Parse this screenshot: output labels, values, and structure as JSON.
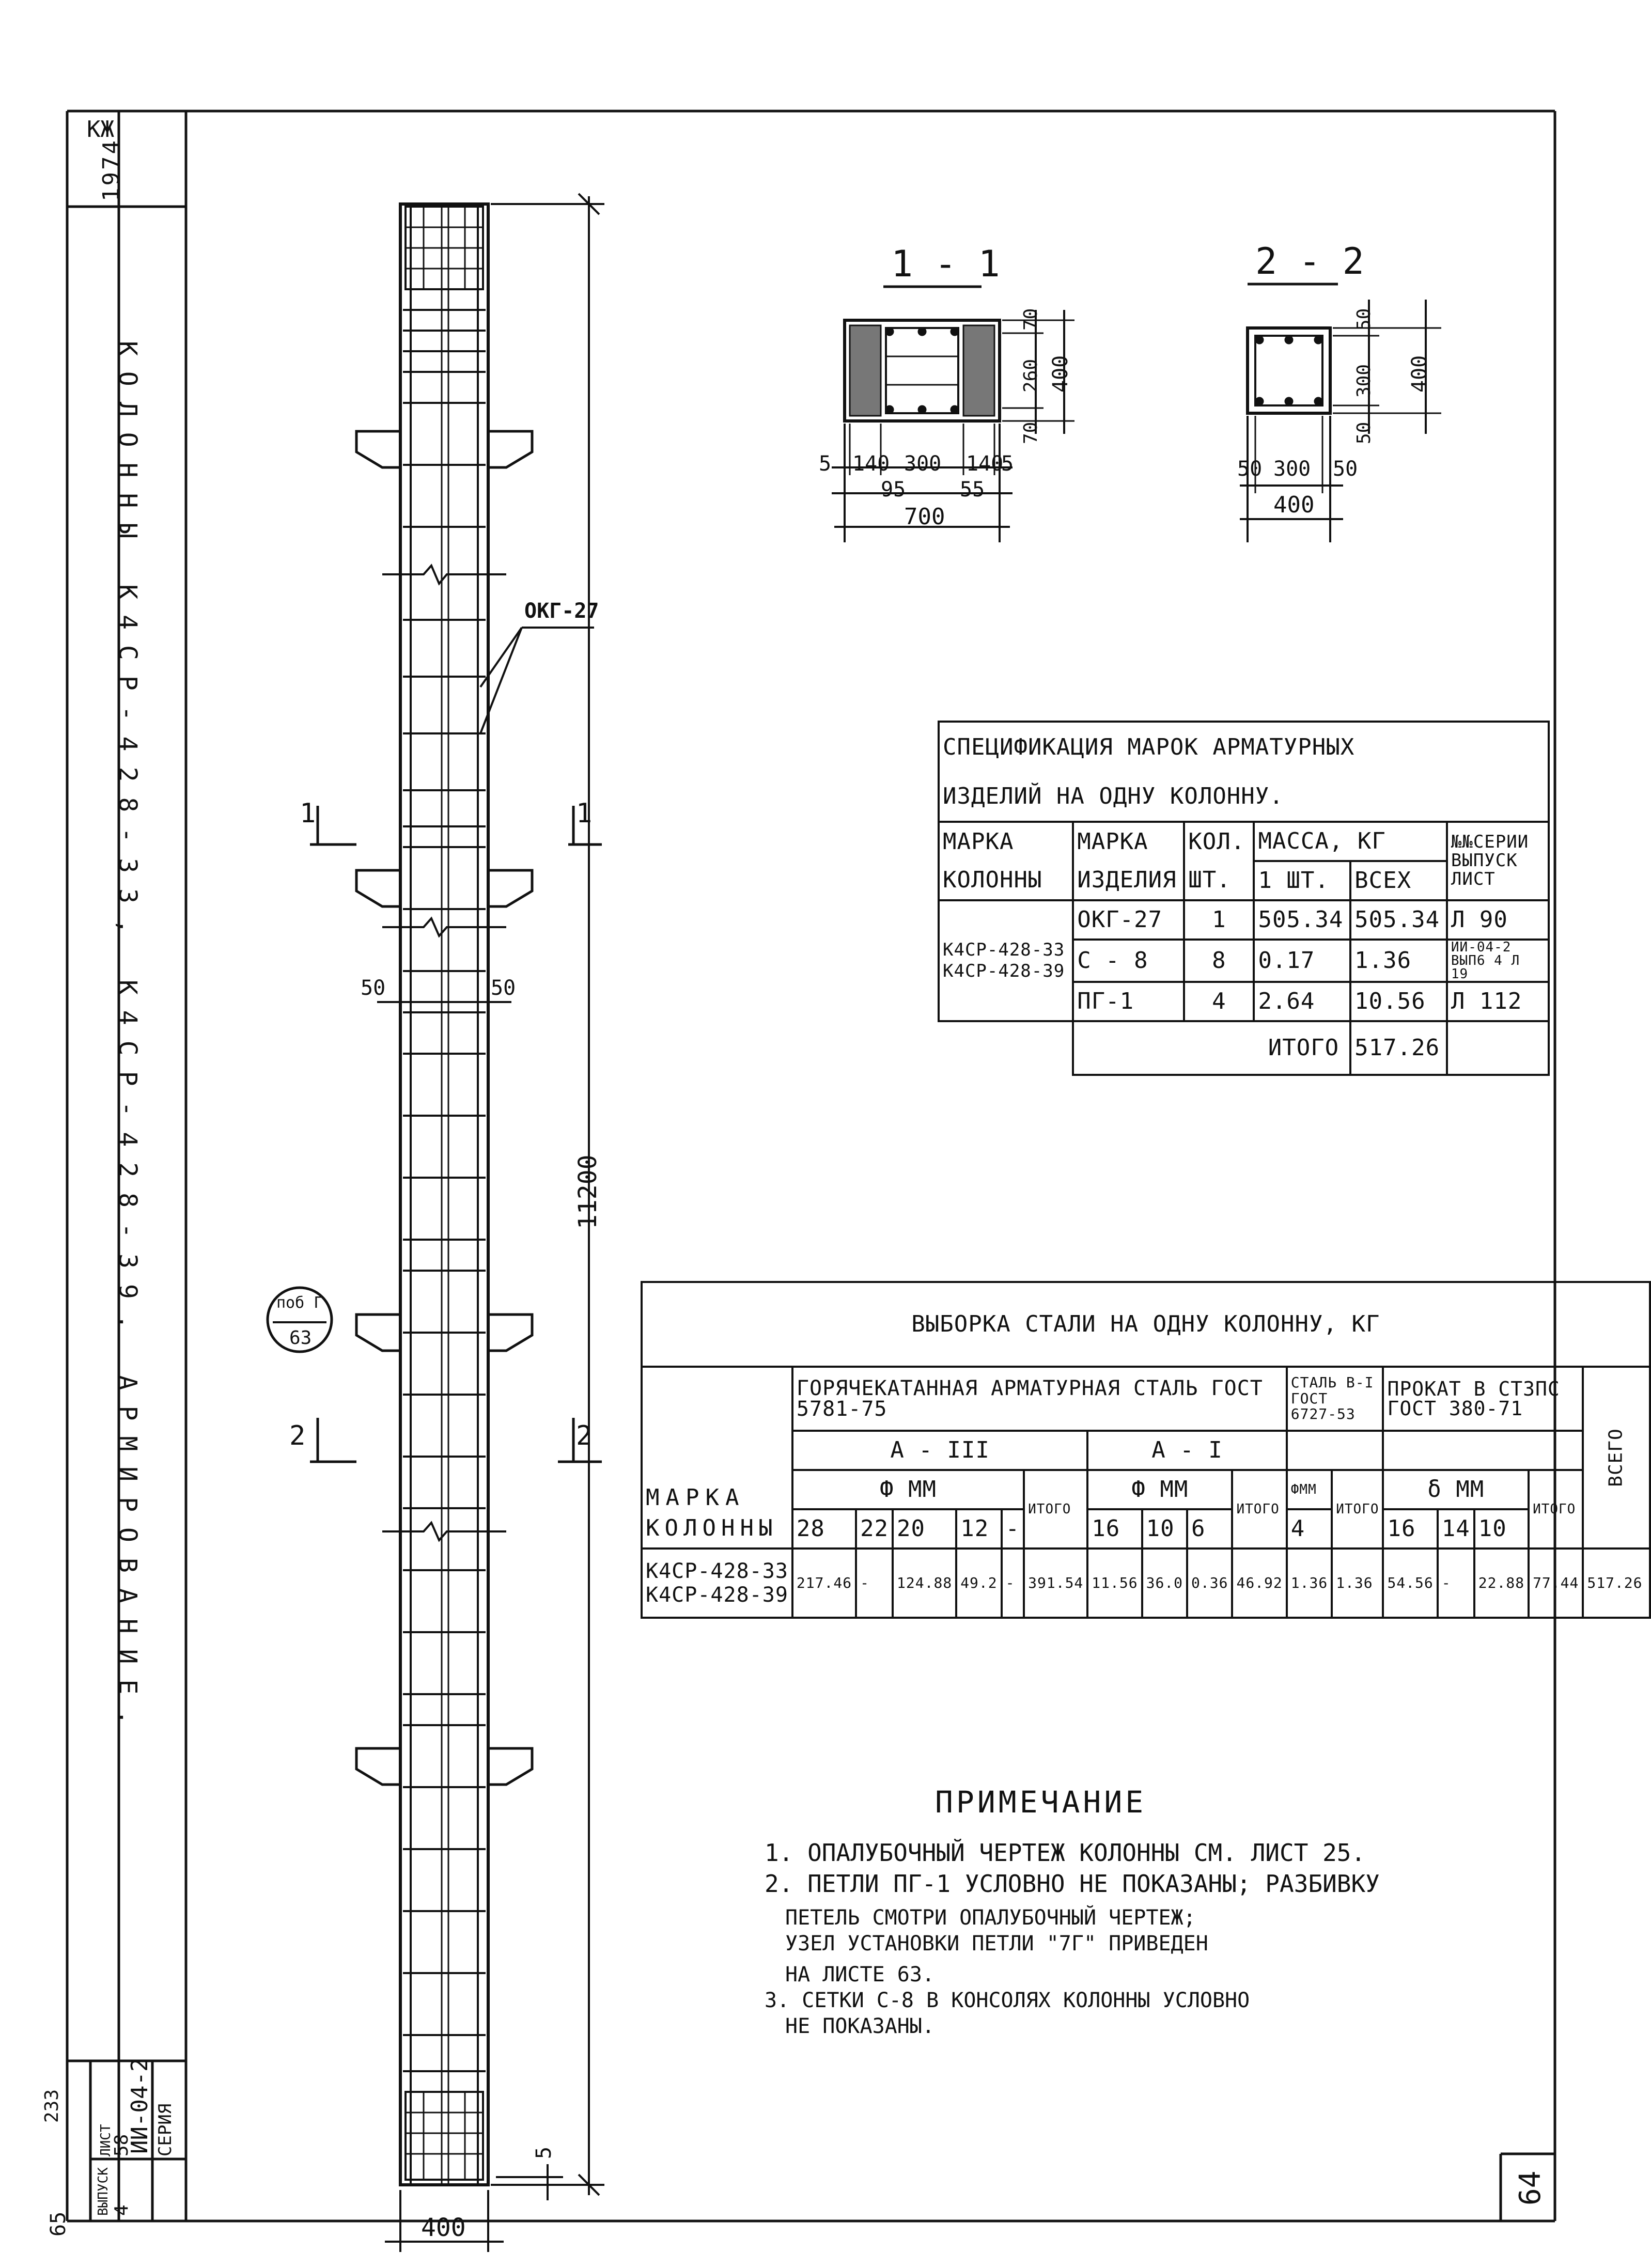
{
  "title_block": {
    "sheet_code": "КЖ",
    "archive_no": "1974",
    "drawing_title": "КОЛОННЫ  К4СР-428-33, К4СР-428-39.  АРМИРОВАНИЕ.",
    "series_label": "СЕРИЯ",
    "series_value": "ИИ-04-2",
    "issue_label": "ВЫПУСК",
    "issue_value": "4",
    "sheet_label": "ЛИСТ",
    "sheet_value": "58",
    "scan_ref_1": "233",
    "scan_ref_2": "65",
    "sheet_number": "64"
  },
  "column": {
    "total_height": "11200",
    "width": "400",
    "bottom_offset": "5",
    "side_dim_left": "50",
    "side_dim_right": "50",
    "cage_label": "ОКГ-27",
    "section_1_left": "1",
    "section_1_right": "1",
    "section_2_left": "2",
    "section_2_right": "2",
    "node_ref_top": "поб Г",
    "node_ref_bottom": "63"
  },
  "section_1": {
    "title": "1 - 1",
    "bottom_dims": [
      "5",
      "140",
      "300",
      "140",
      "5"
    ],
    "sub_dims": [
      "95",
      "55"
    ],
    "overall_width": "700",
    "right_dims": [
      "70",
      "260",
      "70"
    ],
    "overall_height": "400"
  },
  "section_2": {
    "title": "2 - 2",
    "bottom_dims": [
      "50",
      "300",
      "50"
    ],
    "overall_width": "400",
    "right_dims": [
      "50",
      "300",
      "50"
    ],
    "overall_height": "400"
  },
  "spec_table": {
    "title_line_1": "СПЕЦИФИКАЦИЯ МАРОК АРМАТУРНЫХ",
    "title_line_2": "ИЗДЕЛИЙ НА ОДНУ КОЛОННУ.",
    "headers": {
      "col_mark_1": "МАРКА",
      "col_mark_2": "КОЛОННЫ",
      "item_mark_1": "МАРКА",
      "item_mark_2": "ИЗДЕЛИЯ",
      "qty_1": "КОЛ.",
      "qty_2": "ШТ.",
      "mass": "МАССА, КГ",
      "mass_one": "1 ШТ.",
      "mass_all": "ВСЕХ",
      "series_1": "№№СЕРИИ",
      "series_2": "ВЫПУСК",
      "series_3": "ЛИСТ"
    },
    "column_marks": [
      "К4СР-428-33",
      "К4СР-428-39"
    ],
    "rows": [
      {
        "item": "ОКГ-27",
        "qty": "1",
        "one": "505.34",
        "all": "505.34",
        "ref": "Л 90"
      },
      {
        "item": "С - 8",
        "qty": "8",
        "one": "0.17",
        "all": "1.36",
        "ref": "ИИ-04-2 ВЫП6 4 Л 19"
      },
      {
        "item": "ПГ-1",
        "qty": "4",
        "one": "2.64",
        "all": "10.56",
        "ref": "Л 112"
      }
    ],
    "total_label": "ИТОГО",
    "total_value": "517.26"
  },
  "steel_table": {
    "title": "ВЫБОРКА СТАЛИ НА ОДНУ КОЛОННУ, КГ",
    "hot_rolled": "ГОРЯЧЕКАТАННАЯ АРМАТУРНАЯ СТАЛЬ ГОСТ 5781-75",
    "class_a3": "А - III",
    "class_a1": "А - I",
    "steel_b1": "СТАЛЬ В-I ГОСТ 6727-53",
    "prokat": "ПРОКАТ В СТ3ПС ГОСТ 380-71",
    "mark_label_1": "МАРКА",
    "mark_label_2": "КОЛОННЫ",
    "phi_mm": "Ф ММ",
    "delta_mm": "δ ММ",
    "phi_short": "ФММ",
    "itogo": "ИТОГО",
    "vsego": "ВСЕГО",
    "diam_a3": [
      "28",
      "22",
      "20",
      "12",
      "-"
    ],
    "diam_a1": [
      "16",
      "10",
      "6"
    ],
    "diam_b1": [
      "4"
    ],
    "thick": [
      "16",
      "14",
      "10"
    ],
    "column_marks": [
      "К4СР-428-33",
      "К4СР-428-39"
    ],
    "values": [
      "217.46",
      "-",
      "124.88",
      "49.2",
      "-",
      "391.54",
      "11.56",
      "36.0",
      "0.36",
      "46.92",
      "1.36",
      "1.36",
      "54.56",
      "-",
      "22.88",
      "77.44",
      "517.26"
    ]
  },
  "notes": {
    "title": "ПРИМЕЧАНИЕ",
    "lines": [
      "1. ОПАЛУБОЧНЫЙ ЧЕРТЕЖ КОЛОННЫ СМ. ЛИСТ 25.",
      "2. ПЕТЛИ ПГ-1 УСЛОВНО НЕ ПОКАЗАНЫ; РАЗБИВКУ",
      "ПЕТЕЛЬ СМОТРИ ОПАЛУБОЧНЫЙ ЧЕРТЕЖ;",
      "УЗЕЛ УСТАНОВКИ ПЕТЛИ \"7Г\" ПРИВЕДЕН",
      "НА ЛИСТЕ 63.",
      "3. СЕТКИ С-8 В КОНСОЛЯХ КОЛОННЫ УСЛОВНО",
      "НЕ ПОКАЗАНЫ."
    ]
  }
}
